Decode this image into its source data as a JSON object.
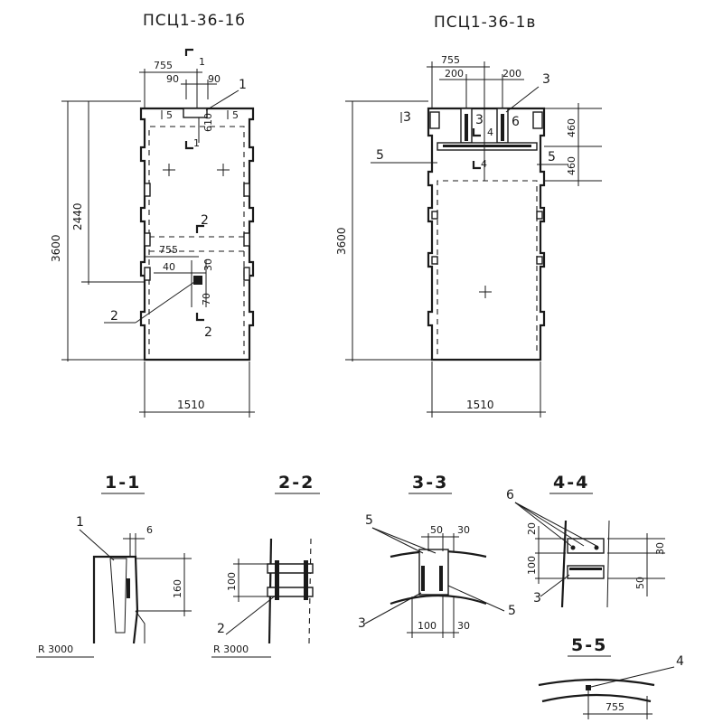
{
  "panel_left": {
    "title": "ПСЦ1-36-1б",
    "width": "1510",
    "height": "3600",
    "height_lower": "2440",
    "top_755": "755",
    "top_90a": "90",
    "top_90b": "90",
    "mid_755": "755",
    "mid_40": "40",
    "mid_30": "30",
    "mid_70": "70",
    "dim_610": "610",
    "cut1a": "1",
    "cut1b": "1",
    "cut2a": "2",
    "cut2b": "2",
    "view5a": "5",
    "view5b": "5",
    "pos1": "1",
    "pos2": "2"
  },
  "panel_right": {
    "title": "ПСЦ1-36-1в",
    "width": "1510",
    "height": "3600",
    "top_755": "755",
    "top_200a": "200",
    "top_200b": "200",
    "dim_460a": "460",
    "dim_460b": "460",
    "cut3a": "3",
    "cut3b": "3",
    "cut4a": "4",
    "cut4b": "4",
    "pos3": "3",
    "pos5a": "5",
    "pos5b": "5",
    "pos6": "6"
  },
  "section_1_1": {
    "title": "1-1",
    "d6": "6",
    "d160": "160",
    "radius": "R 3000",
    "pos": "1"
  },
  "section_2_2": {
    "title": "2-2",
    "d100": "100",
    "radius": "R 3000",
    "pos": "2"
  },
  "section_3_3": {
    "title": "3-3",
    "d50": "50",
    "d30a": "30",
    "d100": "100",
    "d30b": "30",
    "pos5a": "5",
    "pos5b": "5",
    "pos3": "3"
  },
  "section_4_4": {
    "title": "4-4",
    "d20": "20",
    "d100": "100",
    "d30": "30",
    "d50": "50",
    "pos6": "6",
    "pos3": "3"
  },
  "section_5_5": {
    "title": "5-5",
    "d755": "755",
    "pos4": "4"
  }
}
